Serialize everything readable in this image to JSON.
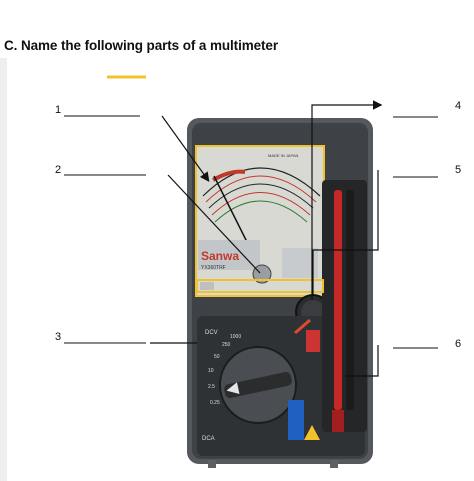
{
  "title": "C. Name the following parts of a multimeter",
  "labels": [
    "1",
    "2",
    "3",
    "4",
    "5",
    "6"
  ],
  "device": {
    "brand": "Sanwa",
    "model": "YX360TRF",
    "made_in": "MADE IN JAPAN",
    "dcv_label": "DCV",
    "dca_label": "DCA",
    "dcv_ranges": [
      "1000",
      "250",
      "50",
      "10",
      "2.5",
      "0.25"
    ]
  }
}
